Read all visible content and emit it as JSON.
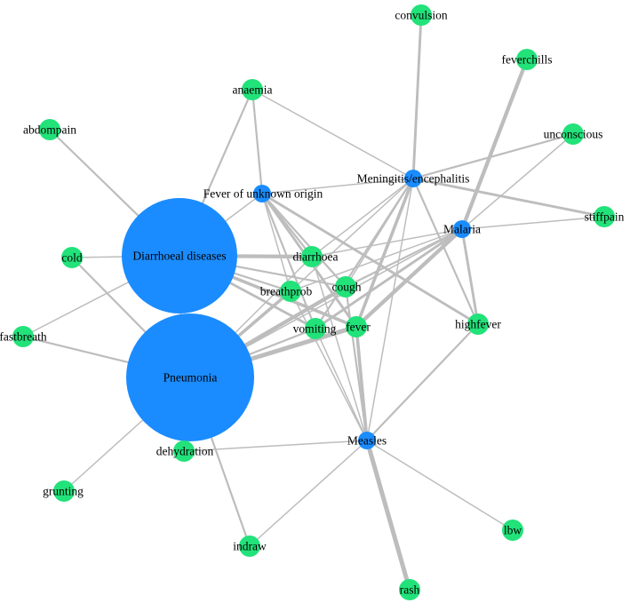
{
  "colors": {
    "disease": "#1a8cff",
    "symptom": "#22e27a",
    "edge": "#bdbdbd"
  },
  "nodes": [
    {
      "id": "convulsion",
      "label": "convulsion",
      "type": "symptom"
    },
    {
      "id": "feverchills",
      "label": "feverchills",
      "type": "symptom"
    },
    {
      "id": "anaemia",
      "label": "anaemia",
      "type": "symptom"
    },
    {
      "id": "abdompain",
      "label": "abdompain",
      "type": "symptom"
    },
    {
      "id": "unconscious",
      "label": "unconscious",
      "type": "symptom"
    },
    {
      "id": "meningitis",
      "label": "Meningitis/encephalitis",
      "type": "disease"
    },
    {
      "id": "fuo",
      "label": "Fever of unknown origin",
      "type": "disease"
    },
    {
      "id": "stiffpain",
      "label": "stiffpain",
      "type": "symptom"
    },
    {
      "id": "malaria",
      "label": "Malaria",
      "type": "disease"
    },
    {
      "id": "diarrhoeal",
      "label": "Diarrhoeal diseases",
      "type": "disease"
    },
    {
      "id": "cold",
      "label": "cold",
      "type": "symptom"
    },
    {
      "id": "diarrhoea",
      "label": "diarrhoea",
      "type": "symptom"
    },
    {
      "id": "breathprob",
      "label": "breathprob",
      "type": "symptom"
    },
    {
      "id": "cough",
      "label": "cough",
      "type": "symptom"
    },
    {
      "id": "highfever",
      "label": "highfever",
      "type": "symptom"
    },
    {
      "id": "vomiting",
      "label": "vomiting",
      "type": "symptom"
    },
    {
      "id": "fever",
      "label": "fever",
      "type": "symptom"
    },
    {
      "id": "fastbreath",
      "label": "fastbreath",
      "type": "symptom"
    },
    {
      "id": "pneumonia",
      "label": "Pneumonia",
      "type": "disease"
    },
    {
      "id": "dehydration",
      "label": "dehydration",
      "type": "symptom"
    },
    {
      "id": "measles",
      "label": "Measles",
      "type": "disease"
    },
    {
      "id": "grunting",
      "label": "grunting",
      "type": "symptom"
    },
    {
      "id": "lbw",
      "label": "lbw",
      "type": "symptom"
    },
    {
      "id": "indraw",
      "label": "indraw",
      "type": "symptom"
    },
    {
      "id": "rash",
      "label": "rash",
      "type": "symptom"
    }
  ],
  "edges": [
    {
      "source": "diarrhoeal",
      "target": "abdompain",
      "weight": 2
    },
    {
      "source": "diarrhoeal",
      "target": "anaemia",
      "weight": 2
    },
    {
      "source": "diarrhoeal",
      "target": "cold",
      "weight": 1
    },
    {
      "source": "diarrhoeal",
      "target": "diarrhoea",
      "weight": 5
    },
    {
      "source": "diarrhoeal",
      "target": "breathprob",
      "weight": 2
    },
    {
      "source": "diarrhoeal",
      "target": "cough",
      "weight": 2
    },
    {
      "source": "diarrhoeal",
      "target": "vomiting",
      "weight": 3
    },
    {
      "source": "diarrhoeal",
      "target": "fever",
      "weight": 4
    },
    {
      "source": "diarrhoeal",
      "target": "fuo",
      "weight": 1
    },
    {
      "source": "diarrhoeal",
      "target": "fastbreath",
      "weight": 1
    },
    {
      "source": "diarrhoeal",
      "target": "dehydration",
      "weight": 2
    },
    {
      "source": "pneumonia",
      "target": "cold",
      "weight": 2
    },
    {
      "source": "pneumonia",
      "target": "fastbreath",
      "weight": 2
    },
    {
      "source": "pneumonia",
      "target": "breathprob",
      "weight": 4
    },
    {
      "source": "pneumonia",
      "target": "cough",
      "weight": 5
    },
    {
      "source": "pneumonia",
      "target": "fever",
      "weight": 6
    },
    {
      "source": "pneumonia",
      "target": "vomiting",
      "weight": 2
    },
    {
      "source": "pneumonia",
      "target": "grunting",
      "weight": 1
    },
    {
      "source": "pneumonia",
      "target": "indraw",
      "weight": 2
    },
    {
      "source": "pneumonia",
      "target": "dehydration",
      "weight": 1
    },
    {
      "source": "pneumonia",
      "target": "diarrhoea",
      "weight": 1
    },
    {
      "source": "pneumonia",
      "target": "malaria",
      "weight": 1
    },
    {
      "source": "fuo",
      "target": "anaemia",
      "weight": 2
    },
    {
      "source": "fuo",
      "target": "diarrhoea",
      "weight": 2
    },
    {
      "source": "fuo",
      "target": "breathprob",
      "weight": 1
    },
    {
      "source": "fuo",
      "target": "cough",
      "weight": 2
    },
    {
      "source": "fuo",
      "target": "vomiting",
      "weight": 2
    },
    {
      "source": "fuo",
      "target": "fever",
      "weight": 3
    },
    {
      "source": "fuo",
      "target": "highfever",
      "weight": 3
    },
    {
      "source": "fuo",
      "target": "meningitis",
      "weight": 1
    },
    {
      "source": "meningitis",
      "target": "convulsion",
      "weight": 3
    },
    {
      "source": "meningitis",
      "target": "anaemia",
      "weight": 1
    },
    {
      "source": "meningitis",
      "target": "unconscious",
      "weight": 2
    },
    {
      "source": "meningitis",
      "target": "stiffpain",
      "weight": 3
    },
    {
      "source": "meningitis",
      "target": "fever",
      "weight": 4
    },
    {
      "source": "meningitis",
      "target": "vomiting",
      "weight": 2
    },
    {
      "source": "meningitis",
      "target": "cough",
      "weight": 1
    },
    {
      "source": "meningitis",
      "target": "diarrhoea",
      "weight": 1
    },
    {
      "source": "meningitis",
      "target": "breathprob",
      "weight": 1
    },
    {
      "source": "meningitis",
      "target": "highfever",
      "weight": 2
    },
    {
      "source": "meningitis",
      "target": "measles",
      "weight": 1
    },
    {
      "source": "malaria",
      "target": "feverchills",
      "weight": 5
    },
    {
      "source": "malaria",
      "target": "stiffpain",
      "weight": 1
    },
    {
      "source": "malaria",
      "target": "unconscious",
      "weight": 1
    },
    {
      "source": "malaria",
      "target": "highfever",
      "weight": 3
    },
    {
      "source": "malaria",
      "target": "fever",
      "weight": 5
    },
    {
      "source": "malaria",
      "target": "vomiting",
      "weight": 3
    },
    {
      "source": "malaria",
      "target": "cough",
      "weight": 2
    },
    {
      "source": "malaria",
      "target": "diarrhoea",
      "weight": 1
    },
    {
      "source": "malaria",
      "target": "breathprob",
      "weight": 1
    },
    {
      "source": "measles",
      "target": "rash",
      "weight": 6
    },
    {
      "source": "measles",
      "target": "fever",
      "weight": 4
    },
    {
      "source": "measles",
      "target": "cough",
      "weight": 2
    },
    {
      "source": "measles",
      "target": "diarrhoea",
      "weight": 1
    },
    {
      "source": "measles",
      "target": "breathprob",
      "weight": 1
    },
    {
      "source": "measles",
      "target": "vomiting",
      "weight": 1
    },
    {
      "source": "measles",
      "target": "highfever",
      "weight": 2
    },
    {
      "source": "measles",
      "target": "dehydration",
      "weight": 1
    },
    {
      "source": "measles",
      "target": "indraw",
      "weight": 1
    },
    {
      "source": "measles",
      "target": "lbw",
      "weight": 1
    }
  ]
}
